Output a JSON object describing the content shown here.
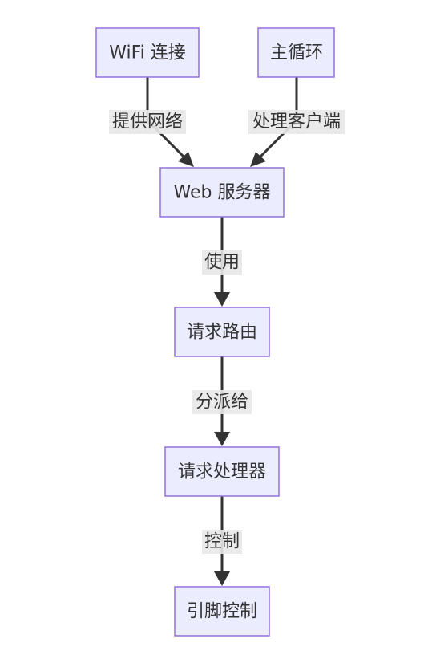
{
  "nodes": {
    "wifi": "WiFi 连接",
    "mainloop": "主循环",
    "webserver": "Web 服务器",
    "router": "请求路由",
    "handler": "请求处理器",
    "pins": "引脚控制"
  },
  "edges": {
    "wifi_to_web": "提供网络",
    "loop_to_web": "处理客户端",
    "web_to_router": "使用",
    "router_to_handler": "分派给",
    "handler_to_pins": "控制"
  },
  "colors": {
    "node_fill": "#ECECFF",
    "node_stroke": "#9370DB",
    "edge": "#333333",
    "label_bg": "#E8E8E8"
  }
}
